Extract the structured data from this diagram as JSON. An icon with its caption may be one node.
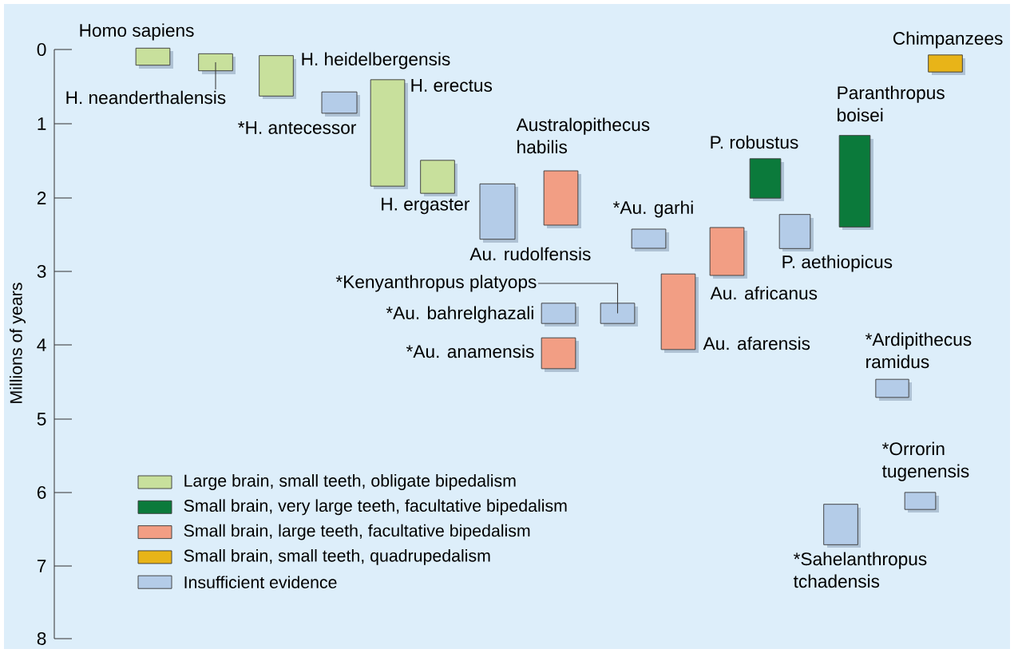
{
  "diagram": {
    "nodes": [
      {
        "text": [
          "Homo sapiens"
        ]
      },
      {
        "text": [
          "H. neanderthalensis"
        ]
      },
      {
        "text": [],
        "shape": "bar"
      },
      {
        "text": [
          "H. heidelbergensis"
        ]
      },
      {
        "text": [
          "*H. antecessor"
        ]
      },
      {
        "text": [
          "H. erectus"
        ]
      },
      {
        "text": [
          "H. ergaster"
        ]
      },
      {
        "text": [
          "Au. rudolfensis"
        ]
      },
      {
        "text": [
          "Australopithecus habilis"
        ]
      },
      {
        "text": [
          "*Au. garhi"
        ]
      },
      {
        "text": [
          "P. robustus"
        ]
      },
      {
        "text": [
          "Paranthropus boisei"
        ]
      },
      {
        "text": [
          "P. aethiopicus"
        ]
      },
      {
        "text": [
          "Au. africanus"
        ]
      },
      {
        "text": [
          "Au. afarensis"
        ]
      },
      {
        "text": [
          "*Kenyanthropus platyops"
        ]
      },
      {
        "text": [],
        "shape": "bar"
      },
      {
        "text": [
          "*Au. bahrelghazali"
        ]
      },
      {
        "text": [
          "*Au. anamensis"
        ]
      },
      {
        "text": [
          "Chimpanzees"
        ]
      },
      {
        "text": [
          "*Ardipithecus ramidus"
        ]
      },
      {
        "text": [
          "*Orrorin tugenensis"
        ]
      },
      {
        "text": [
          "*Sahelanthropus tchadensis"
        ]
      }
    ],
    "edges": [
      {
        "from": 1,
        "to": 2,
        "arrow": "none"
      },
      {
        "from": 15,
        "to": 16,
        "arrow": "none"
      }
    ],
    "labels": [
      "0",
      "1",
      "2",
      "3",
      "4",
      "5",
      "6",
      "7",
      "8",
      "Millions of years"
    ],
    "legend": [
      {
        "text": "Large brain, small teeth, obligate bipedalism",
        "color": "#c8e09c"
      },
      {
        "text": "Small brain, very large teeth, facultative bipedalism",
        "color": "#0b7a3b"
      },
      {
        "text": "Small brain, large teeth, facultative bipedalism",
        "color": "#f29e84"
      },
      {
        "text": "Small brain, small teeth, quadrupedalism",
        "color": "#e8b418"
      },
      {
        "text": "Insufficient evidence",
        "color": "#b4cce8"
      }
    ]
  }
}
